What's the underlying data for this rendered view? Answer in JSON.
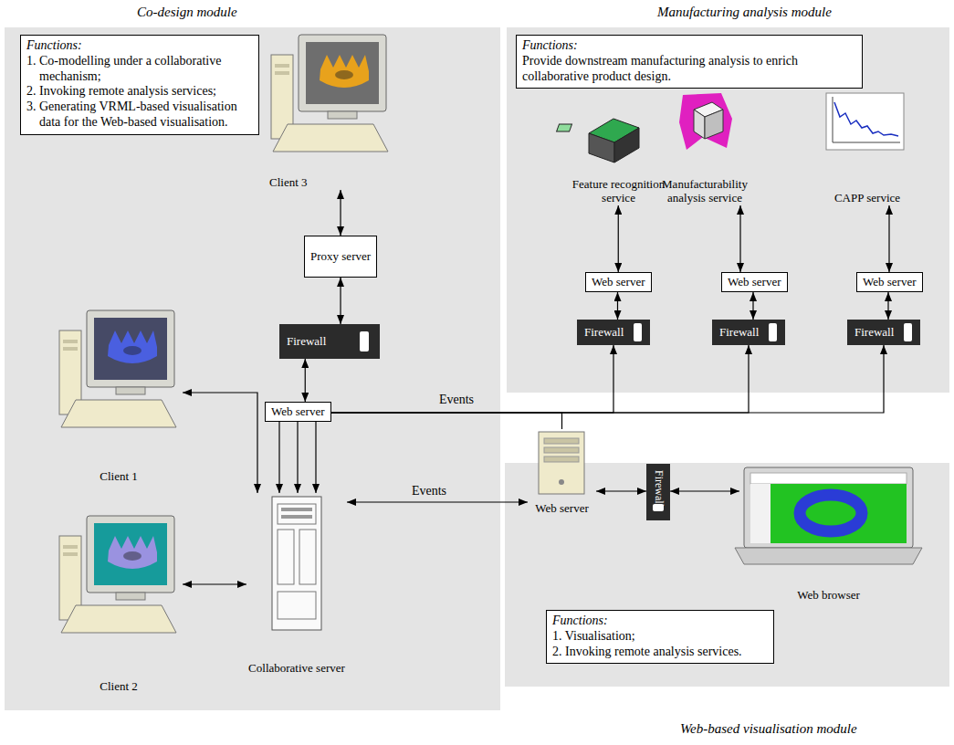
{
  "diagram": {
    "nodes": [
      {
        "text": [
          "Co-design module"
        ]
      },
      {
        "text": [
          "Functions:",
          "1. Co-modelling under a collaborative mechanism;",
          "2. Invoking remote analysis services;",
          "3. Generating VRML-based visualisation data for the Web-based visualisation."
        ],
        "in": 0
      },
      {
        "text": [
          "Client 3"
        ],
        "in": 0
      },
      {
        "text": [
          "Proxy server"
        ],
        "in": 0
      },
      {
        "text": [
          "Firewall"
        ],
        "in": 0
      },
      {
        "text": [
          "Web server"
        ],
        "in": 0
      },
      {
        "text": [
          "Client 1"
        ],
        "in": 0
      },
      {
        "text": [
          "Client 2"
        ],
        "in": 0
      },
      {
        "text": [
          "Collaborative server"
        ],
        "in": 0
      },
      {
        "text": [
          "Manufacturing analysis module"
        ]
      },
      {
        "text": [
          "Functions:",
          "Provide downstream manufacturing analysis to enrich collaborative product design."
        ],
        "in": 9
      },
      {
        "text": [
          "Feature recognition service"
        ],
        "in": 9
      },
      {
        "text": [
          "Web server"
        ],
        "in": 9
      },
      {
        "text": [
          "Firewall"
        ],
        "in": 9
      },
      {
        "text": [
          "Manufacturability analysis service"
        ],
        "in": 9
      },
      {
        "text": [
          "Web server"
        ],
        "in": 9
      },
      {
        "text": [
          "Firewall"
        ],
        "in": 9
      },
      {
        "text": [
          "CAPP service"
        ],
        "in": 9
      },
      {
        "text": [
          "Web server"
        ],
        "in": 9
      },
      {
        "text": [
          "Firewall"
        ],
        "in": 9
      },
      {
        "text": [
          "Web-based visualisation module"
        ]
      },
      {
        "text": [
          "Web server"
        ],
        "in": 20
      },
      {
        "text": [
          "Firewall"
        ],
        "in": 20
      },
      {
        "text": [
          "Web browser"
        ],
        "in": 20
      },
      {
        "text": [
          "Functions:",
          "1. Visualisation;",
          "2. Invoking remote analysis services."
        ],
        "in": 20
      }
    ],
    "edges": [
      {
        "from": 2,
        "to": 3,
        "arrow": "both"
      },
      {
        "from": 3,
        "to": 4,
        "arrow": "both"
      },
      {
        "from": 4,
        "to": 5,
        "arrow": "both"
      },
      {
        "from": 5,
        "to": 8,
        "arrow": "to"
      },
      {
        "from": 5,
        "to": 8,
        "arrow": "to"
      },
      {
        "from": 5,
        "to": 8,
        "arrow": "to"
      },
      {
        "from": 6,
        "to": 8,
        "arrow": "both"
      },
      {
        "from": 7,
        "to": 8,
        "arrow": "both"
      },
      {
        "from": 8,
        "to": 21,
        "label": "Events",
        "arrow": "both"
      },
      {
        "from": 5,
        "to": 13,
        "label": "Events",
        "arrow": "to"
      },
      {
        "from": 5,
        "to": 16,
        "arrow": "to"
      },
      {
        "from": 5,
        "to": 19,
        "arrow": "to"
      },
      {
        "from": 5,
        "to": 21,
        "arrow": "none"
      },
      {
        "from": 11,
        "to": 12,
        "arrow": "both"
      },
      {
        "from": 12,
        "to": 13,
        "arrow": "both"
      },
      {
        "from": 14,
        "to": 15,
        "arrow": "both"
      },
      {
        "from": 15,
        "to": 16,
        "arrow": "both"
      },
      {
        "from": 17,
        "to": 18,
        "arrow": "both"
      },
      {
        "from": 18,
        "to": 19,
        "arrow": "both"
      },
      {
        "from": 21,
        "to": 22,
        "arrow": "both"
      },
      {
        "from": 22,
        "to": 23,
        "arrow": "both"
      }
    ]
  }
}
